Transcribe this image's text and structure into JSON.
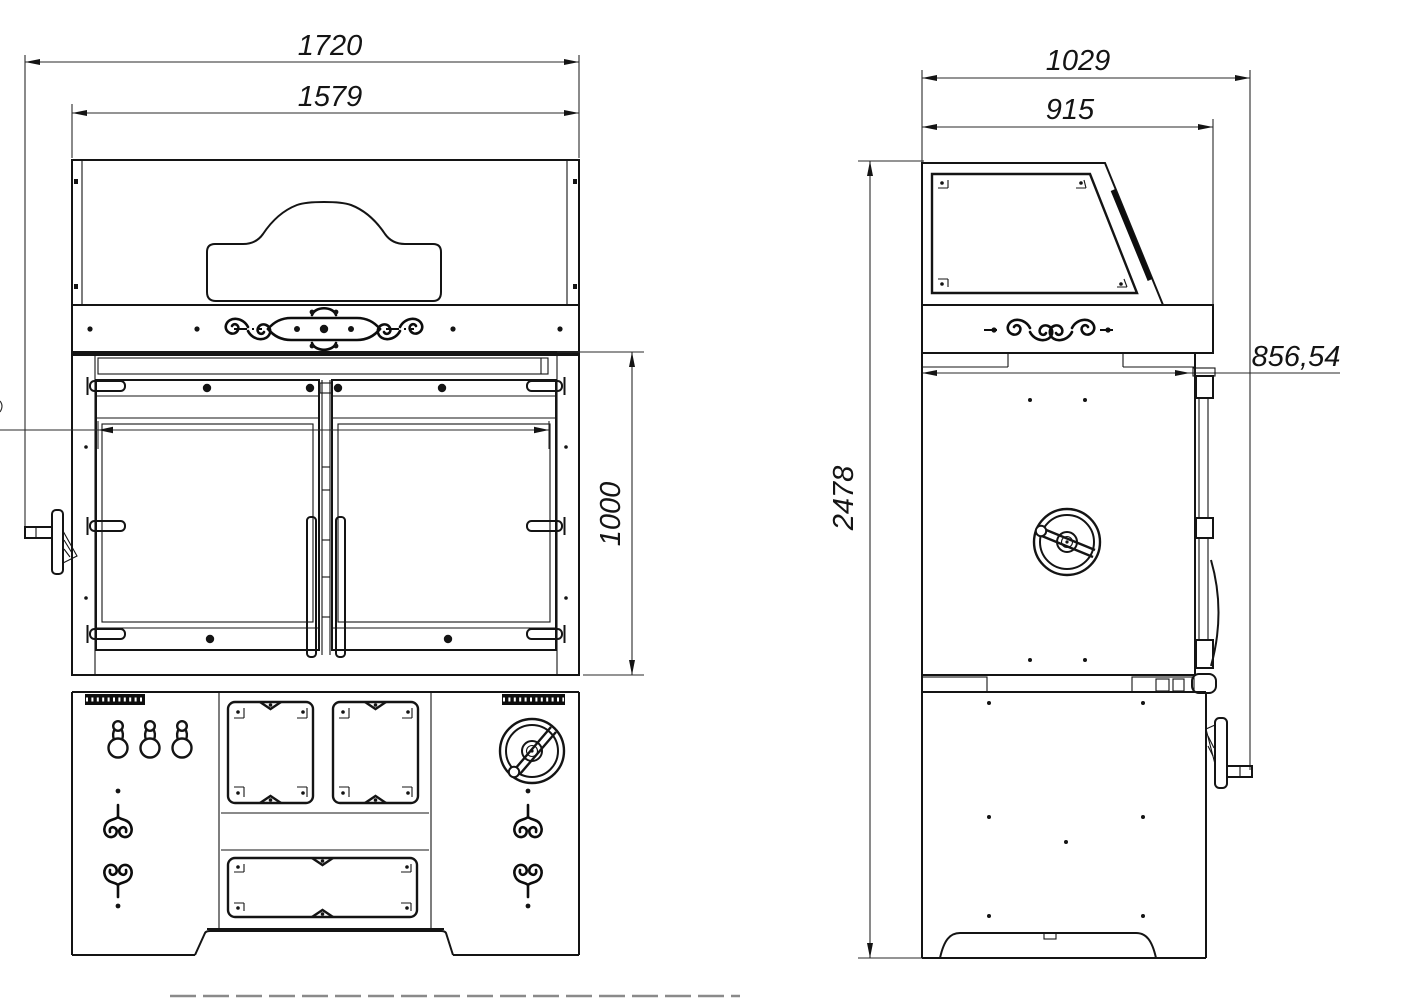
{
  "drawing": {
    "type": "engineering-two-view-drawing",
    "subject": "decorative charcoal grill oven front and side elevations",
    "colors": {
      "line": "#141414",
      "background": "#ffffff"
    },
    "front_view": {
      "dim_overall_width": "1720",
      "dim_hood_width": "1579",
      "dim_chamber_height": "1000"
    },
    "side_view": {
      "dim_overall_depth": "1029",
      "dim_hood_depth": "915",
      "dim_chamber_depth": "856,54",
      "dim_overall_height": "2478"
    }
  }
}
